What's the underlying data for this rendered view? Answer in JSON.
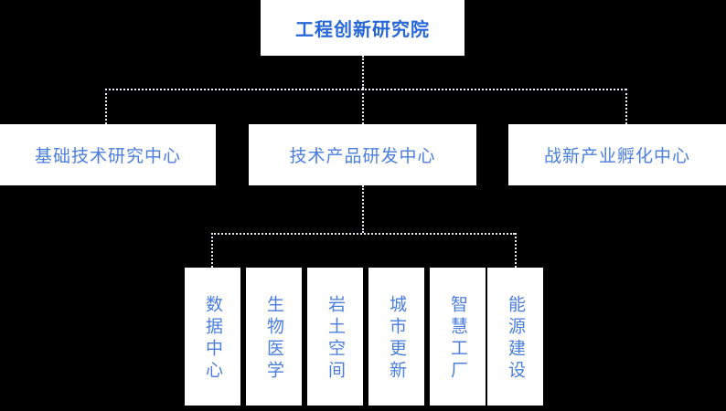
{
  "diagram": {
    "type": "organization-chart",
    "background_color": "#000000",
    "box_color": "#ffffff",
    "connector_color": "#e7eaf2",
    "title_color": "#2566d8",
    "label_color": "#4a7ede",
    "root": {
      "label": "工程创新研究院"
    },
    "level2": [
      {
        "label": "基础技术研究中心"
      },
      {
        "label": "技术产品研发中心"
      },
      {
        "label": "战新产业孵化中心"
      }
    ],
    "level3_parent": "技术产品研发中心",
    "level3": [
      {
        "label": "数据中心"
      },
      {
        "label": "生物医学"
      },
      {
        "label": "岩土空间"
      },
      {
        "label": "城市更新"
      },
      {
        "label": "智慧工厂"
      },
      {
        "label": "能源建设"
      }
    ]
  }
}
